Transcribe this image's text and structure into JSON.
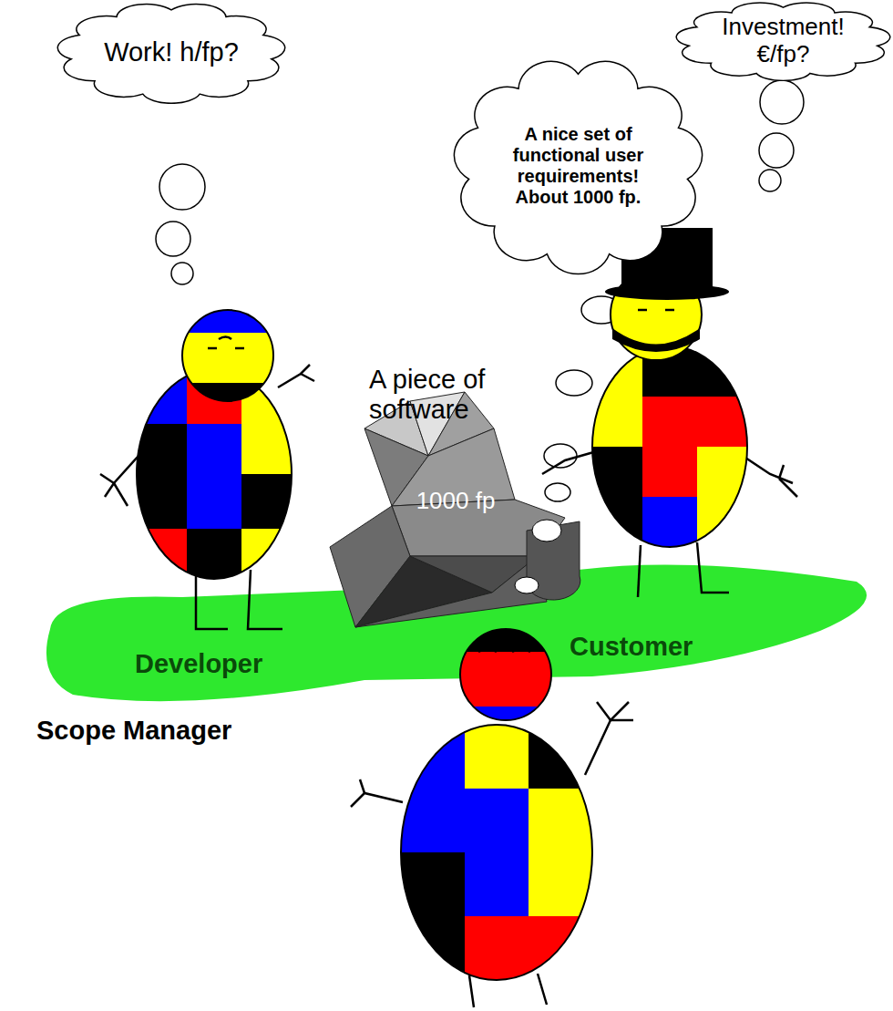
{
  "diagram": {
    "nodes": [
      {
        "text": [
          "Work! h/fp?"
        ]
      },
      {
        "text": [
          "Investment! €/fp?"
        ]
      },
      {
        "text": [
          "A nice set of functional user requirements! About 1000 fp."
        ]
      },
      {
        "text": [
          "1000 fp"
        ]
      }
    ],
    "labels": [
      "A piece of software",
      "Developer",
      "Customer",
      "Scope Manager"
    ]
  }
}
